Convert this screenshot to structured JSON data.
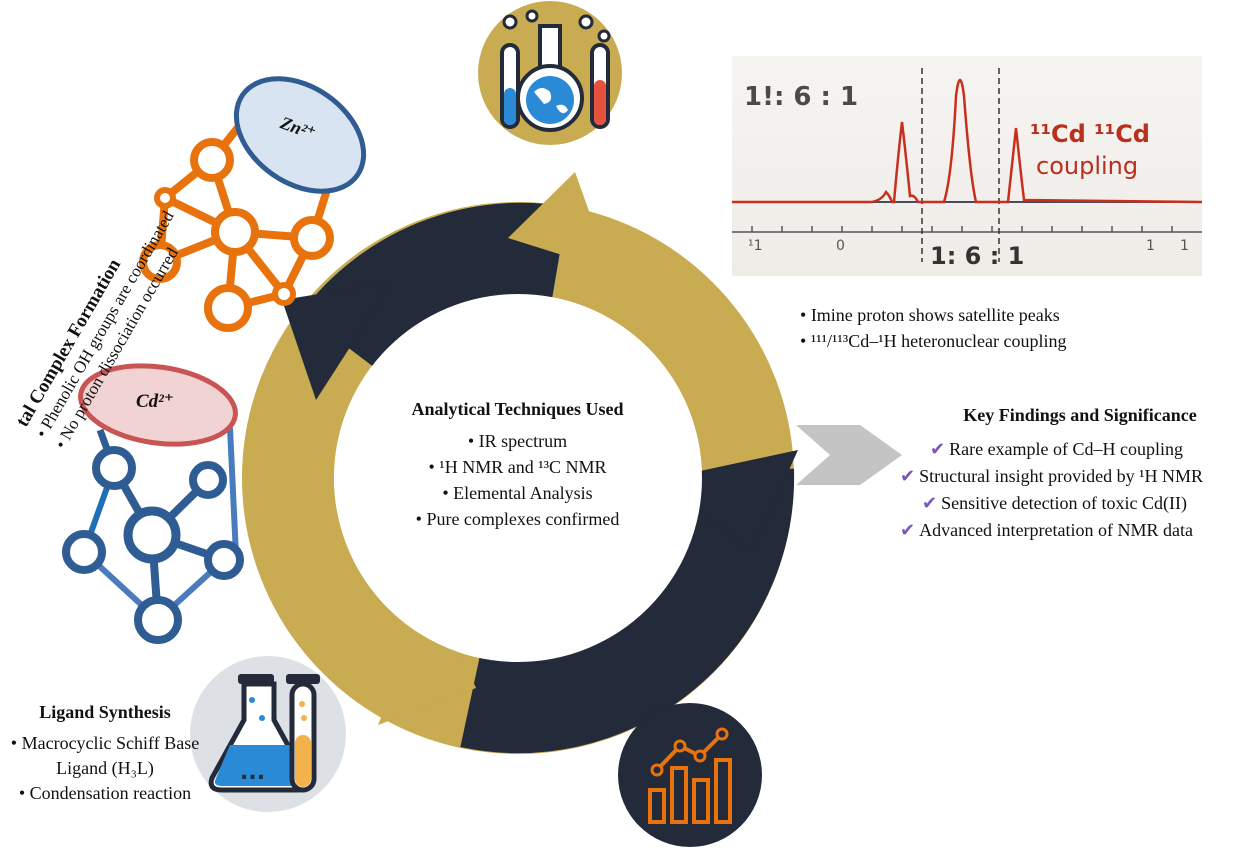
{
  "center": {
    "title": "Analytical Techniques Used",
    "items": [
      "IR spectrum",
      "¹H NMR and ¹³C NMR",
      "Elemental Analysis",
      "Pure complexes confirmed"
    ]
  },
  "metal_complex": {
    "title": "tal Complex Formation",
    "items": [
      "Phenolic OH groups are coordinated",
      "No proton dissociation occurred"
    ]
  },
  "zn_label": "Zn²⁺",
  "cd_label": "Cd²⁺",
  "nmr_notes": {
    "items": [
      "Imine proton shows satellite peaks",
      "¹¹¹/¹¹³Cd–¹H heteronuclear coupling"
    ]
  },
  "spectrum": {
    "top_ratio": "1!: 6 : 1",
    "coupling_line1": "¹¹Cd ¹¹Cd",
    "coupling_line2": "coupling",
    "bottom_ratio": "1: 6 : 1",
    "axis_labels": [
      "¹1",
      "0",
      "1",
      "1"
    ]
  },
  "findings": {
    "title": "Key Findings and Significance",
    "items": [
      "Rare example of Cd–H coupling",
      "Structural insight provided by ¹H NMR",
      "Sensitive detection of toxic Cd(II)",
      "Advanced interpretation of NMR data"
    ]
  },
  "ligand": {
    "title": "Ligand Synthesis",
    "items": [
      "Macrocyclic Schiff Base Ligand (H₃L)",
      "Condensation reaction"
    ],
    "flask_dots": "..."
  },
  "colors": {
    "gold": "#c9ab52",
    "navy": "#232b3a",
    "orange": "#e8720c",
    "blue": "#2f5c93",
    "zn_fill": "#d8e4f2",
    "cd_fill": "#f1d3d3",
    "spectrum_red": "#c8301e",
    "check_purple": "#7b57b8"
  }
}
